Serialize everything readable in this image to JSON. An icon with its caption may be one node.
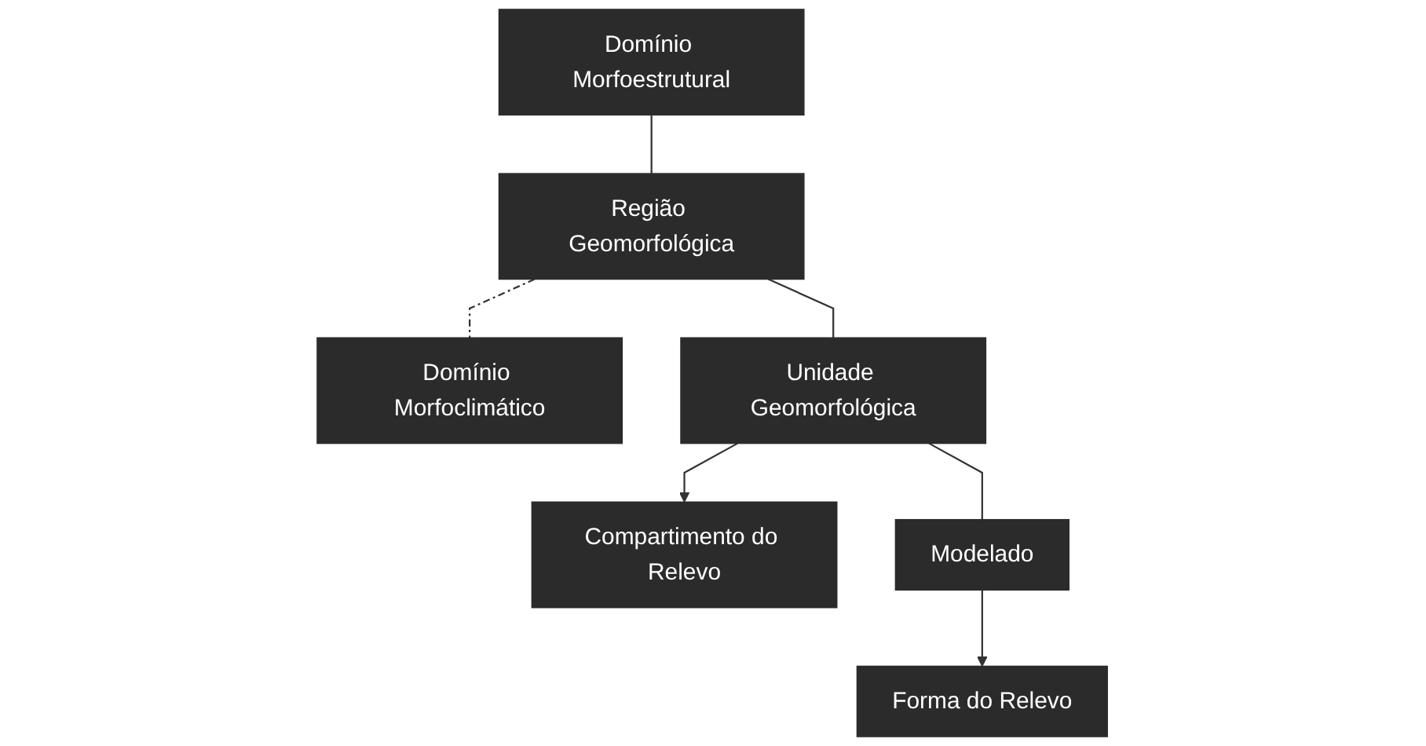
{
  "diagram": {
    "nodes": [
      {
        "text": [
          "Domínio Morfoestrutural"
        ]
      },
      {
        "text": [
          "Domínio Morfoclimático"
        ]
      },
      {
        "text": [
          "Região Geomorfológica"
        ]
      },
      {
        "text": [
          "Unidade Geomorfológica"
        ]
      },
      {
        "text": [
          "Compartimento do Relevo"
        ]
      },
      {
        "text": [
          "Modelado"
        ]
      },
      {
        "text": [
          "Forma do Relevo"
        ]
      }
    ],
    "edges": [
      {
        "from": 0,
        "to": 2,
        "arrow": "none"
      },
      {
        "from": 2,
        "to": 1,
        "arrow": "none",
        "style": "dashed"
      },
      {
        "from": 2,
        "to": 3,
        "arrow": "none"
      },
      {
        "from": 3,
        "to": 4,
        "arrow": "to"
      },
      {
        "from": 3,
        "to": 5,
        "arrow": "none"
      },
      {
        "from": 5,
        "to": 6,
        "arrow": "to"
      }
    ]
  }
}
